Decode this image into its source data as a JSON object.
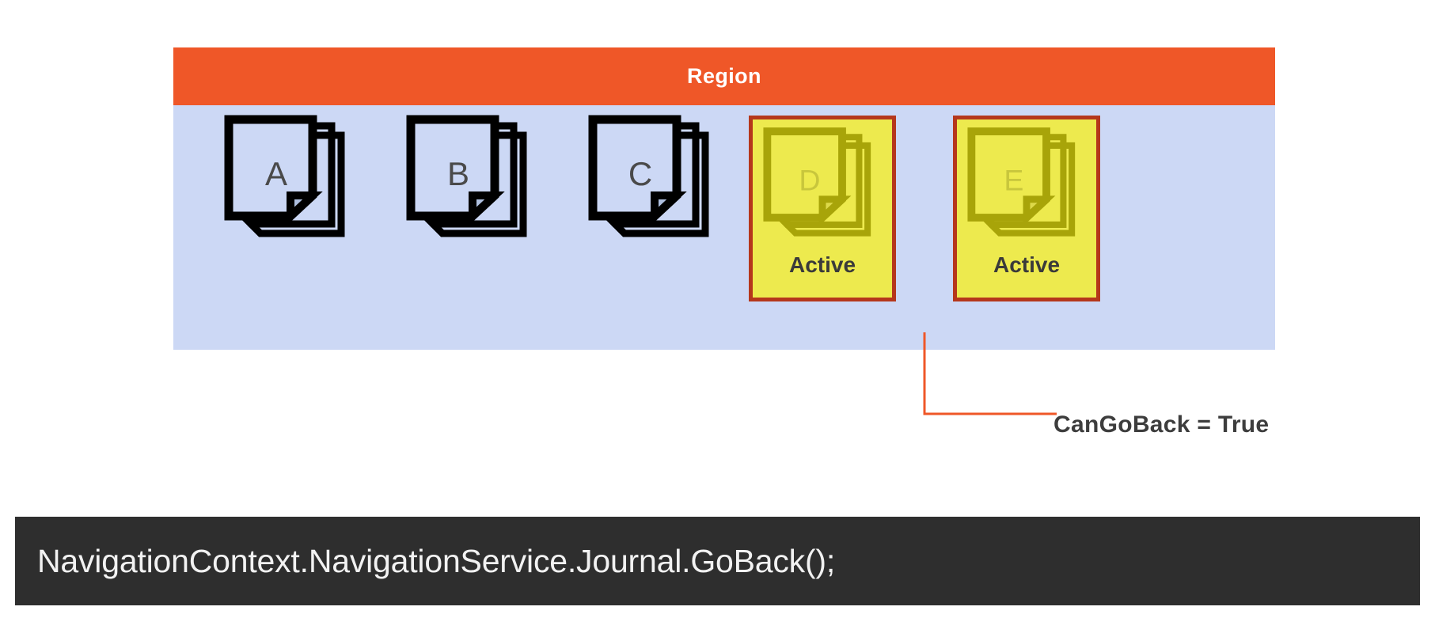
{
  "region": {
    "title": "Region",
    "header_color": "#ef5728",
    "body_color": "#ccd8f5"
  },
  "documents": [
    {
      "letter": "A",
      "state": "inactive",
      "label": ""
    },
    {
      "letter": "B",
      "state": "inactive",
      "label": ""
    },
    {
      "letter": "C",
      "state": "inactive",
      "label": ""
    },
    {
      "letter": "D",
      "state": "active",
      "label": "Active"
    },
    {
      "letter": "E",
      "state": "active",
      "label": "Active"
    }
  ],
  "callout": {
    "text": "CanGoBack = True",
    "line_color": "#ef5728",
    "text_color": "#3d3d3d"
  },
  "code_bar": {
    "code": "NavigationContext.NavigationService.Journal.GoBack();",
    "background": "#2e2e2e",
    "text_color": "#f2f2f2"
  },
  "colors": {
    "active_fill": "#edea4e",
    "active_border": "#b5371b",
    "active_stroke": "#a8a409",
    "inactive_stroke": "#000000",
    "inactive_fold": "#aebfdf",
    "letter_inactive": "#4a4a4a",
    "letter_active": "#c8c63c"
  },
  "icons": {
    "document_stack": "document-stack-icon"
  }
}
